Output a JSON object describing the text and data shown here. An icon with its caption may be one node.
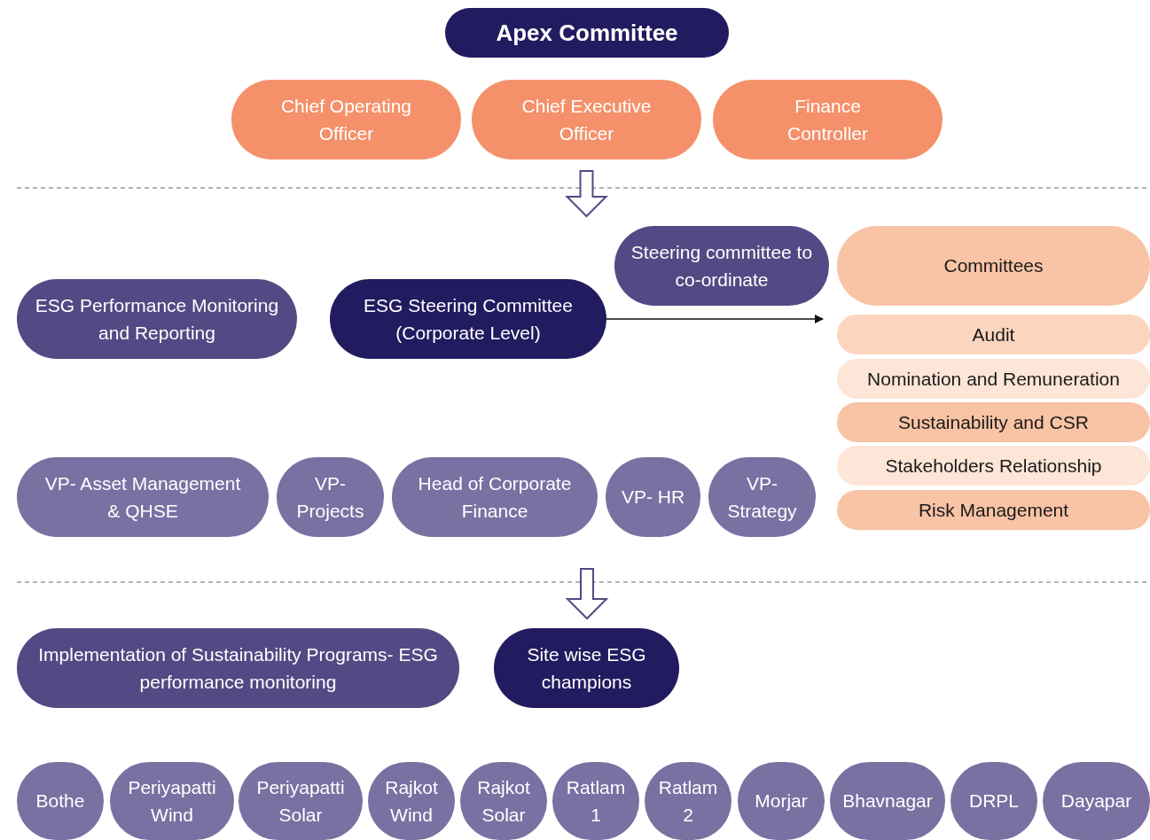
{
  "diagram": {
    "nodes": [
      {
        "text": [
          "Apex Committee"
        ]
      },
      {
        "text": [
          "Chief Operating Officer"
        ]
      },
      {
        "text": [
          "Chief Executive Officer"
        ]
      },
      {
        "text": [
          "Finance Controller"
        ]
      },
      {
        "text": [
          "Steering committee to co-ordinate"
        ]
      },
      {
        "text": [
          "Committees"
        ]
      },
      {
        "text": [
          "ESG Performance Monitoring and Reporting"
        ]
      },
      {
        "text": [
          "ESG Steering Committee (Corporate Level)"
        ]
      },
      {
        "text": [
          "Audit"
        ]
      },
      {
        "text": [
          "Nomination and Remuneration"
        ]
      },
      {
        "text": [
          "Sustainability and CSR"
        ]
      },
      {
        "text": [
          "Stakeholders Relationship"
        ]
      },
      {
        "text": [
          "Risk Management"
        ]
      },
      {
        "text": [
          "VP- Asset Management & QHSE"
        ]
      },
      {
        "text": [
          "VP- Projects"
        ]
      },
      {
        "text": [
          "Head of Corporate Finance"
        ]
      },
      {
        "text": [
          "VP- HR"
        ]
      },
      {
        "text": [
          "VP- Strategy"
        ]
      },
      {
        "text": [
          "Implementation of Sustainability Programs-  ESG performance monitoring"
        ]
      },
      {
        "text": [
          "Site wise ESG champions"
        ]
      },
      {
        "text": [
          "Bothe"
        ]
      },
      {
        "text": [
          "Periyapatti Wind"
        ]
      },
      {
        "text": [
          "Periyapatti Solar"
        ]
      },
      {
        "text": [
          "Rajkot Wind"
        ]
      },
      {
        "text": [
          "Rajkot Solar"
        ]
      },
      {
        "text": [
          "Ratlam 1"
        ]
      },
      {
        "text": [
          "Ratlam 2"
        ]
      },
      {
        "text": [
          "Morjar"
        ]
      },
      {
        "text": [
          "Bhavnagar"
        ]
      },
      {
        "text": [
          "DRPL"
        ]
      },
      {
        "text": [
          "Dayapar"
        ]
      }
    ],
    "edges": [
      {
        "from": 7,
        "to": 5,
        "arrow": "to"
      },
      {
        "from": 2,
        "to": 4,
        "arrow": "to"
      },
      {
        "from": 15,
        "to": 19,
        "arrow": "to"
      }
    ]
  }
}
